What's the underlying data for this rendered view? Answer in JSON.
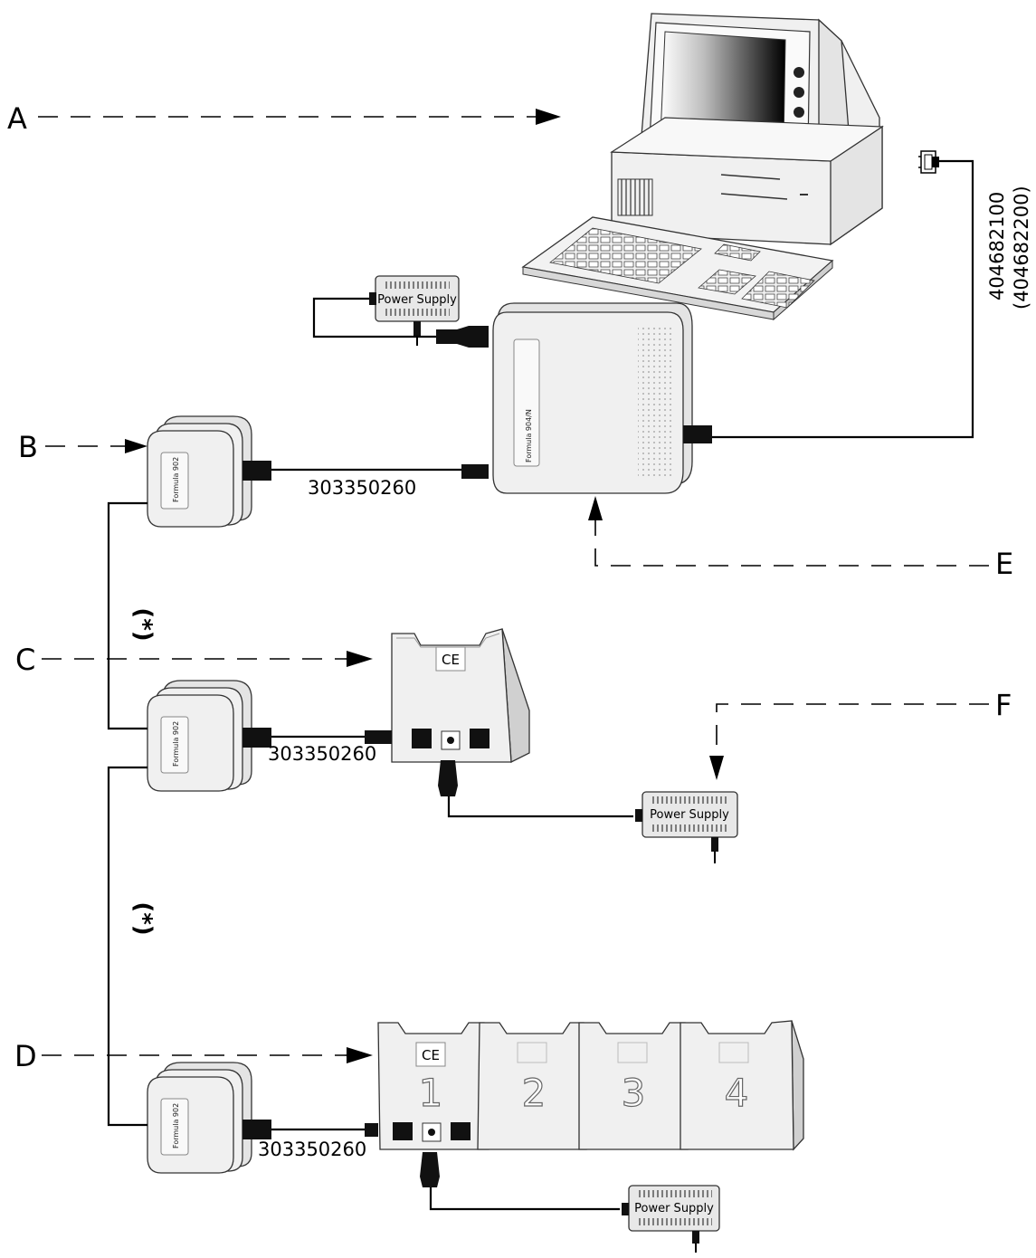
{
  "callouts": {
    "a": "A",
    "b": "B",
    "c": "C",
    "d": "D",
    "e": "E",
    "f": "F"
  },
  "cables": {
    "pc_cable": "404682100",
    "pc_cable_alt": "(404682200)",
    "link_1": "303350260",
    "link_2": "303350260",
    "link_3": "303350260"
  },
  "power_supplies": {
    "top": "Power Supply",
    "single_charger": "Power Supply",
    "multi_charger": "Power Supply"
  },
  "modules": {
    "interface": "Formula 904/N",
    "radio_1": "Formula 902",
    "radio_2": "Formula 902",
    "radio_3": "Formula 902"
  },
  "optional_marks": {
    "upper": "(*)",
    "lower": "(*)"
  },
  "charger_marks": {
    "single_ce": "CE",
    "multi_ce": "CE"
  },
  "charger_slots": [
    "1",
    "2",
    "3",
    "4"
  ]
}
